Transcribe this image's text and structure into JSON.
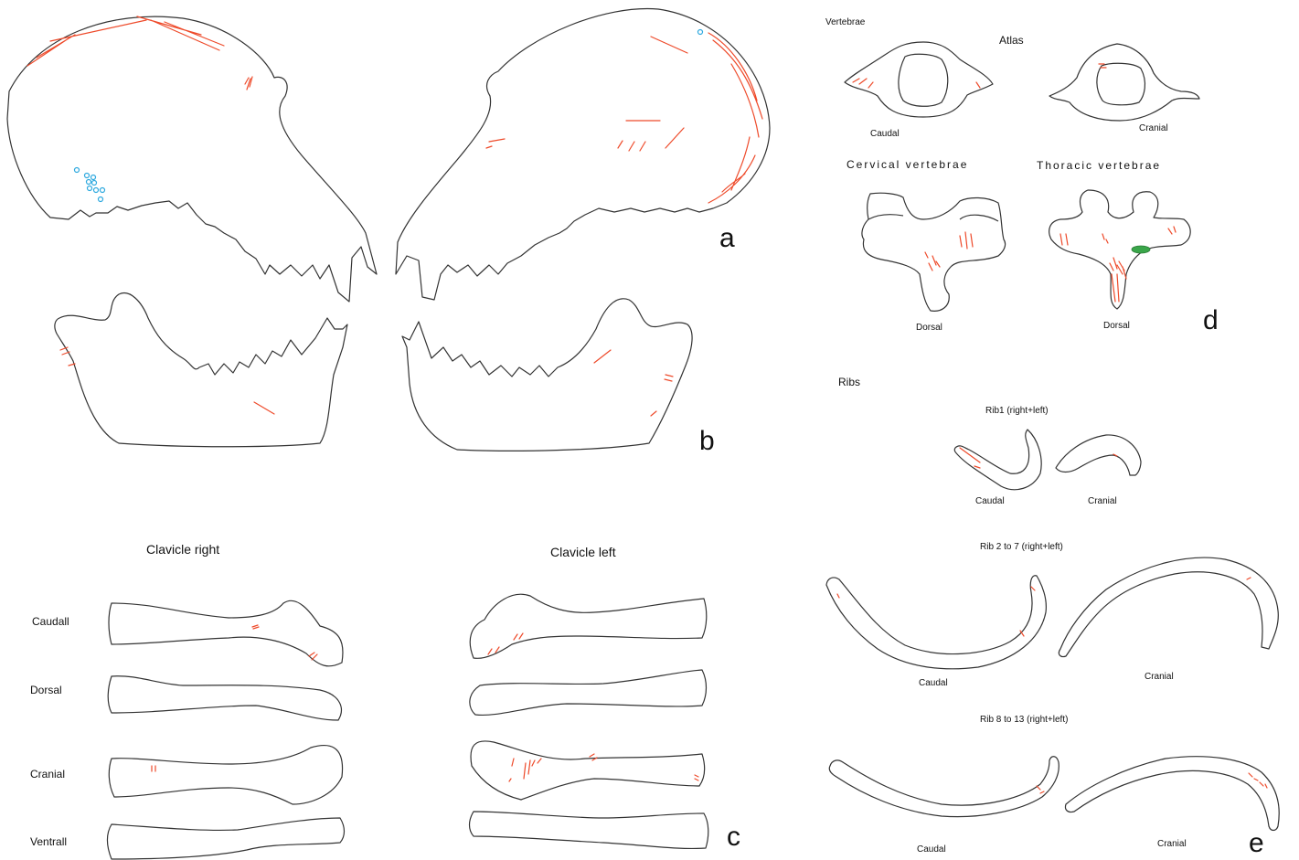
{
  "panels": {
    "a": "a",
    "b": "b",
    "c": "c",
    "d": "d",
    "e": "e"
  },
  "clavicle": {
    "right_title": "Clavicle right",
    "left_title": "Clavicle left",
    "views": [
      "Caudall",
      "Dorsal",
      "Cranial",
      "Ventrall"
    ]
  },
  "vertebrae": {
    "title": "Vertebrae",
    "atlas_title": "Atlas",
    "atlas_caudal": "Caudal",
    "atlas_cranial": "Cranial",
    "cervical_title": "Cervical vertebrae",
    "thoracic_title": "Thoracic vertebrae",
    "cervical_view": "Dorsal",
    "thoracic_view": "Dorsal"
  },
  "ribs": {
    "title": "Ribs",
    "rib1_title": "Rib1 (right+left)",
    "rib1_caudal": "Caudal",
    "rib1_cranial": "Cranial",
    "rib2_title": "Rib 2 to 7 (right+left)",
    "rib2_caudal": "Caudal",
    "rib2_cranial": "Cranial",
    "rib8_title": "Rib 8 to 13 (right+left)",
    "rib8_caudal": "Caudal",
    "rib8_cranial": "Cranial"
  },
  "colors": {
    "outline": "#333333",
    "cut_marks": "#ee4a2a",
    "holes": "#2ea9df",
    "green_mark": "#3aa64a"
  }
}
